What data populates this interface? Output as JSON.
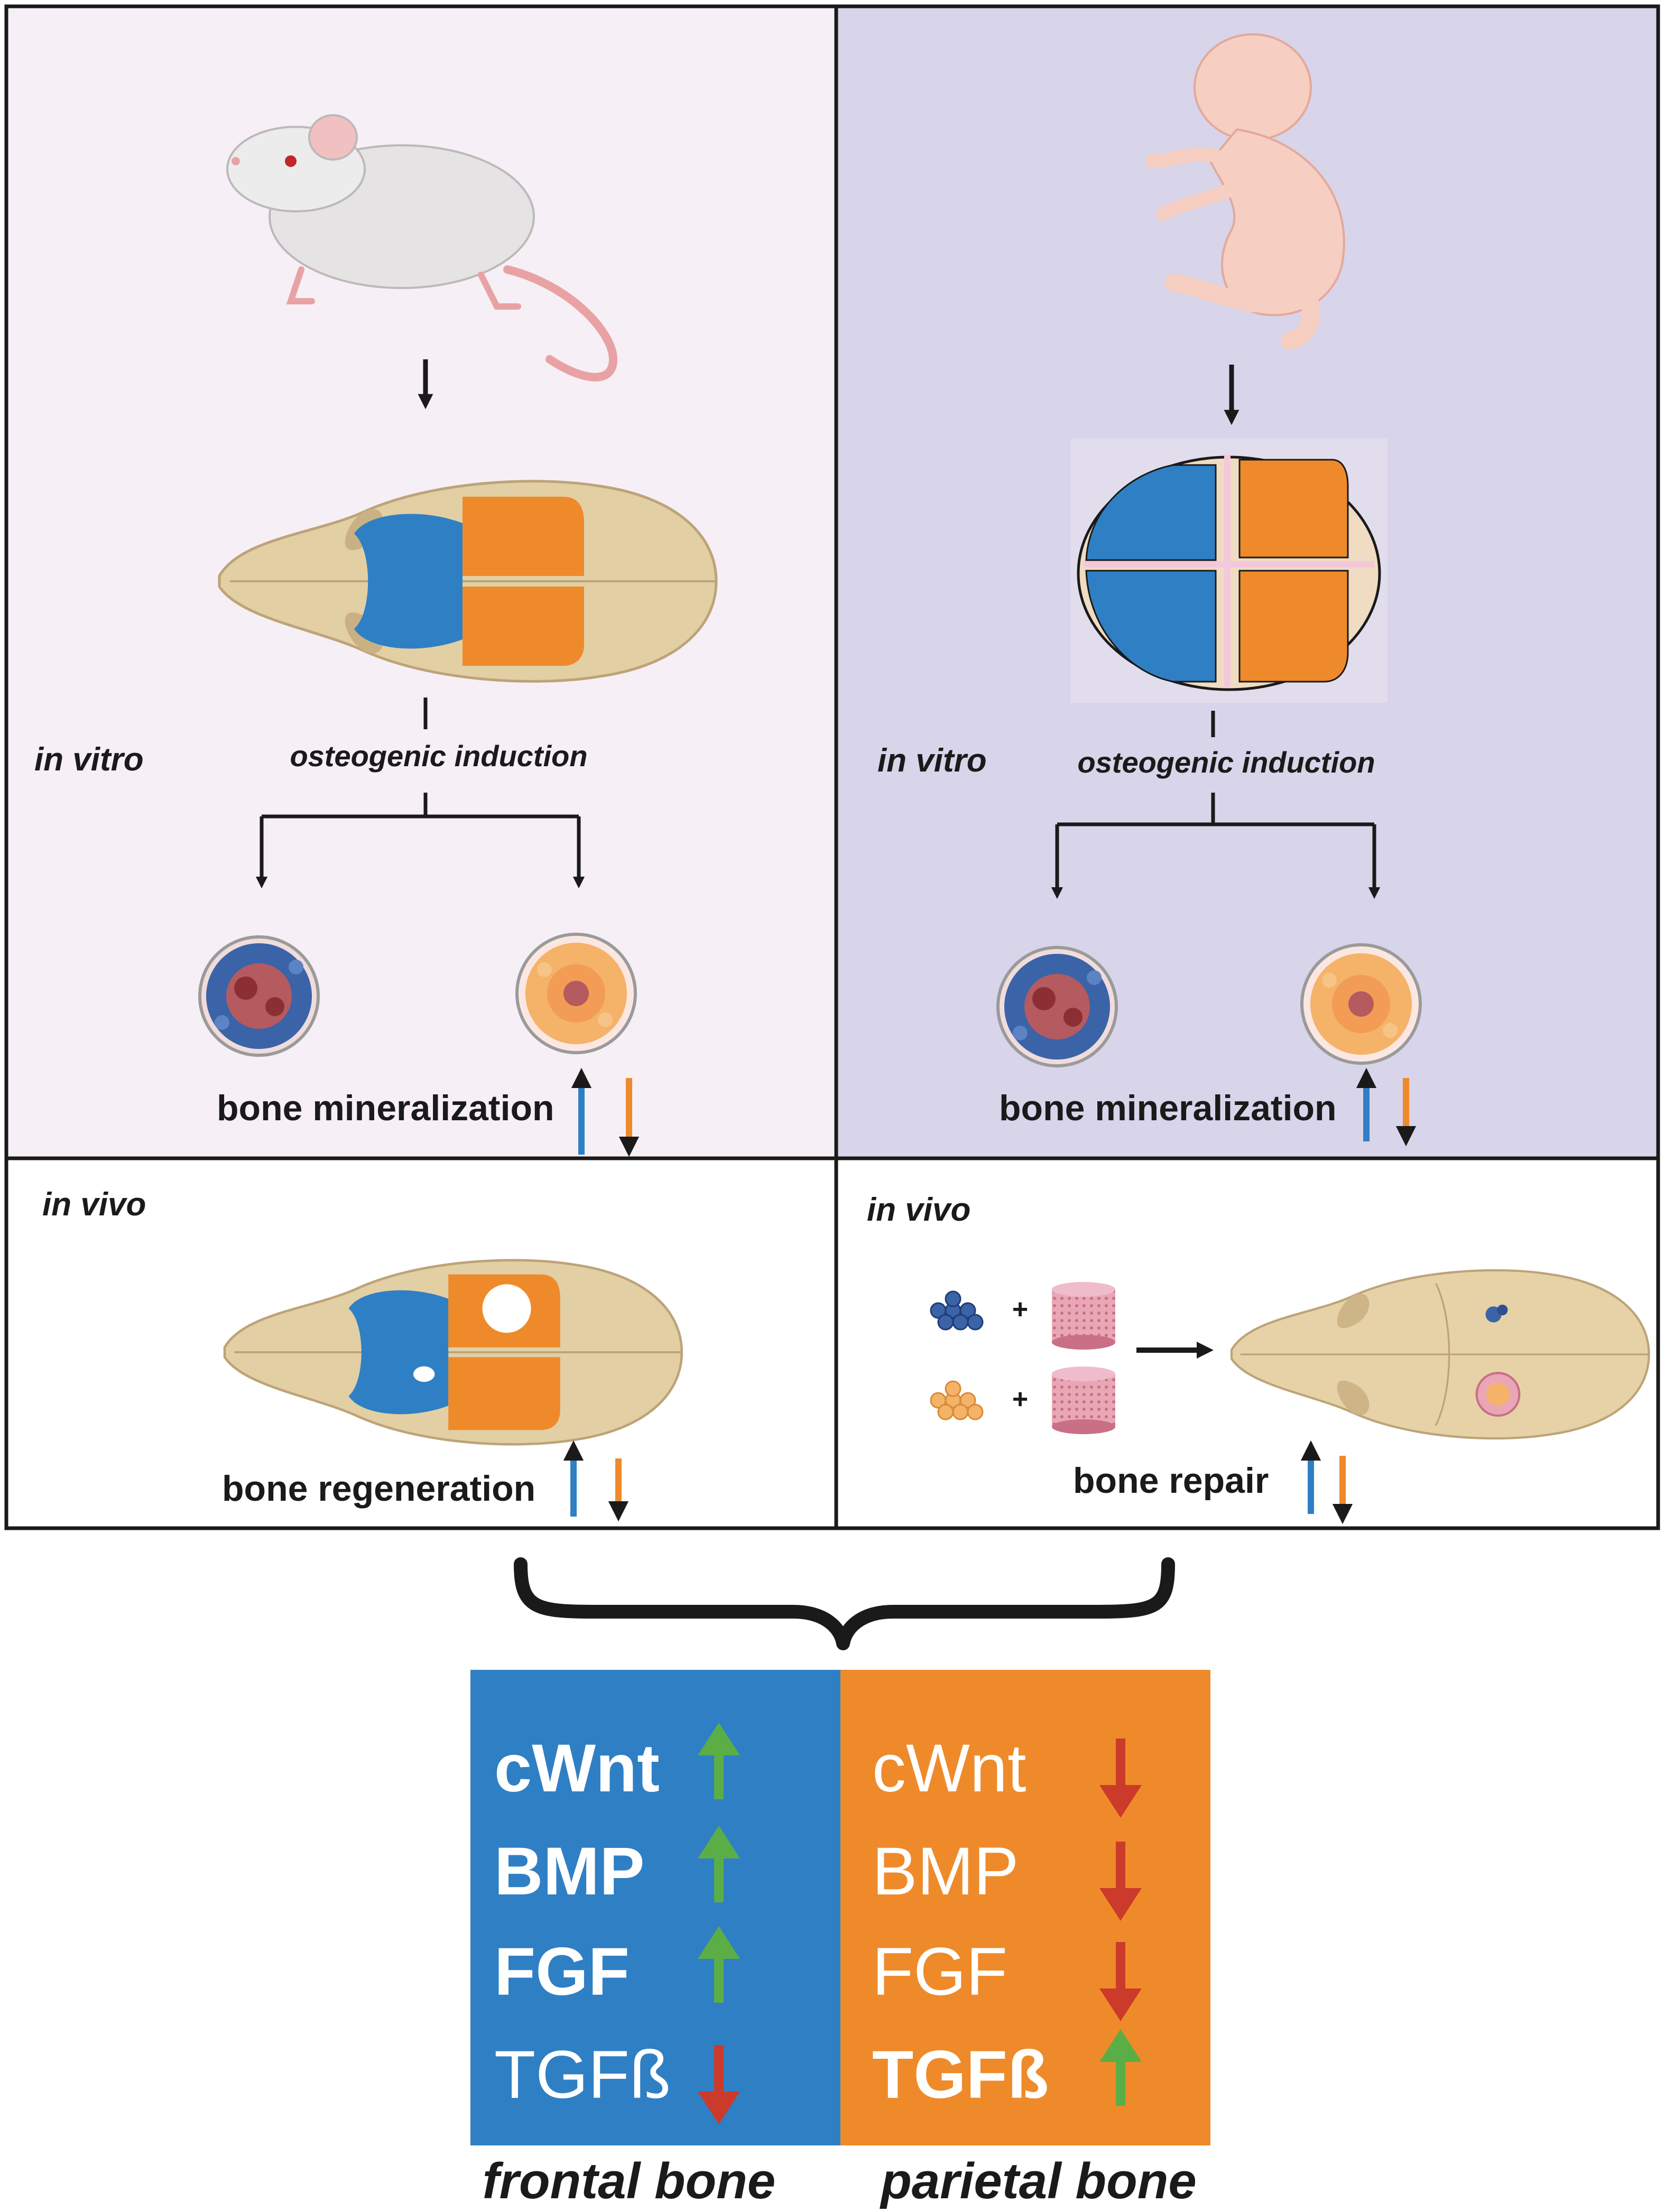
{
  "colors": {
    "mouse_panel_bg": "#f6eff6",
    "human_panel_bg": "#d8d4e9",
    "frontal_blue": "#2f7fc5",
    "parietal_orange": "#ef8a2a",
    "up_green": "#5aae45",
    "down_red": "#cc3a2b",
    "skull_tan": "#e2cfa4",
    "border": "#1a1a1a"
  },
  "panels": {
    "mouse_invitro": {
      "source_icon": "mouse-icon",
      "skull_icon": "mouse-skull-icon",
      "label": "in vitro",
      "process": "osteogenic induction",
      "result": "bone mineralization",
      "frontal_trend": "up",
      "parietal_trend": "down"
    },
    "human_invitro": {
      "source_icon": "fetus-icon",
      "skull_icon": "fetal-skull-icon",
      "label": "in vitro",
      "process": "osteogenic induction",
      "result": "bone mineralization",
      "frontal_trend": "up",
      "parietal_trend": "down"
    },
    "mouse_invivo": {
      "label": "in vivo",
      "result": "bone regeneration",
      "frontal_trend": "up",
      "parietal_trend": "down"
    },
    "human_invivo": {
      "label": "in vivo",
      "plus_1": "+",
      "plus_2": "+",
      "result": "bone repair",
      "frontal_trend": "up",
      "parietal_trend": "down"
    }
  },
  "summary": {
    "frontal": {
      "title": "frontal bone",
      "rows": [
        {
          "name": "cWnt",
          "trend": "up",
          "emphasis": true
        },
        {
          "name": "BMP",
          "trend": "up",
          "emphasis": true
        },
        {
          "name": "FGF",
          "trend": "up",
          "emphasis": true
        },
        {
          "name": "TGFß",
          "trend": "down",
          "emphasis": false
        }
      ]
    },
    "parietal": {
      "title": "parietal bone",
      "rows": [
        {
          "name": "cWnt",
          "trend": "down",
          "emphasis": false
        },
        {
          "name": "BMP",
          "trend": "down",
          "emphasis": false
        },
        {
          "name": "FGF",
          "trend": "down",
          "emphasis": false
        },
        {
          "name": "TGFß",
          "trend": "up",
          "emphasis": true
        }
      ]
    }
  }
}
